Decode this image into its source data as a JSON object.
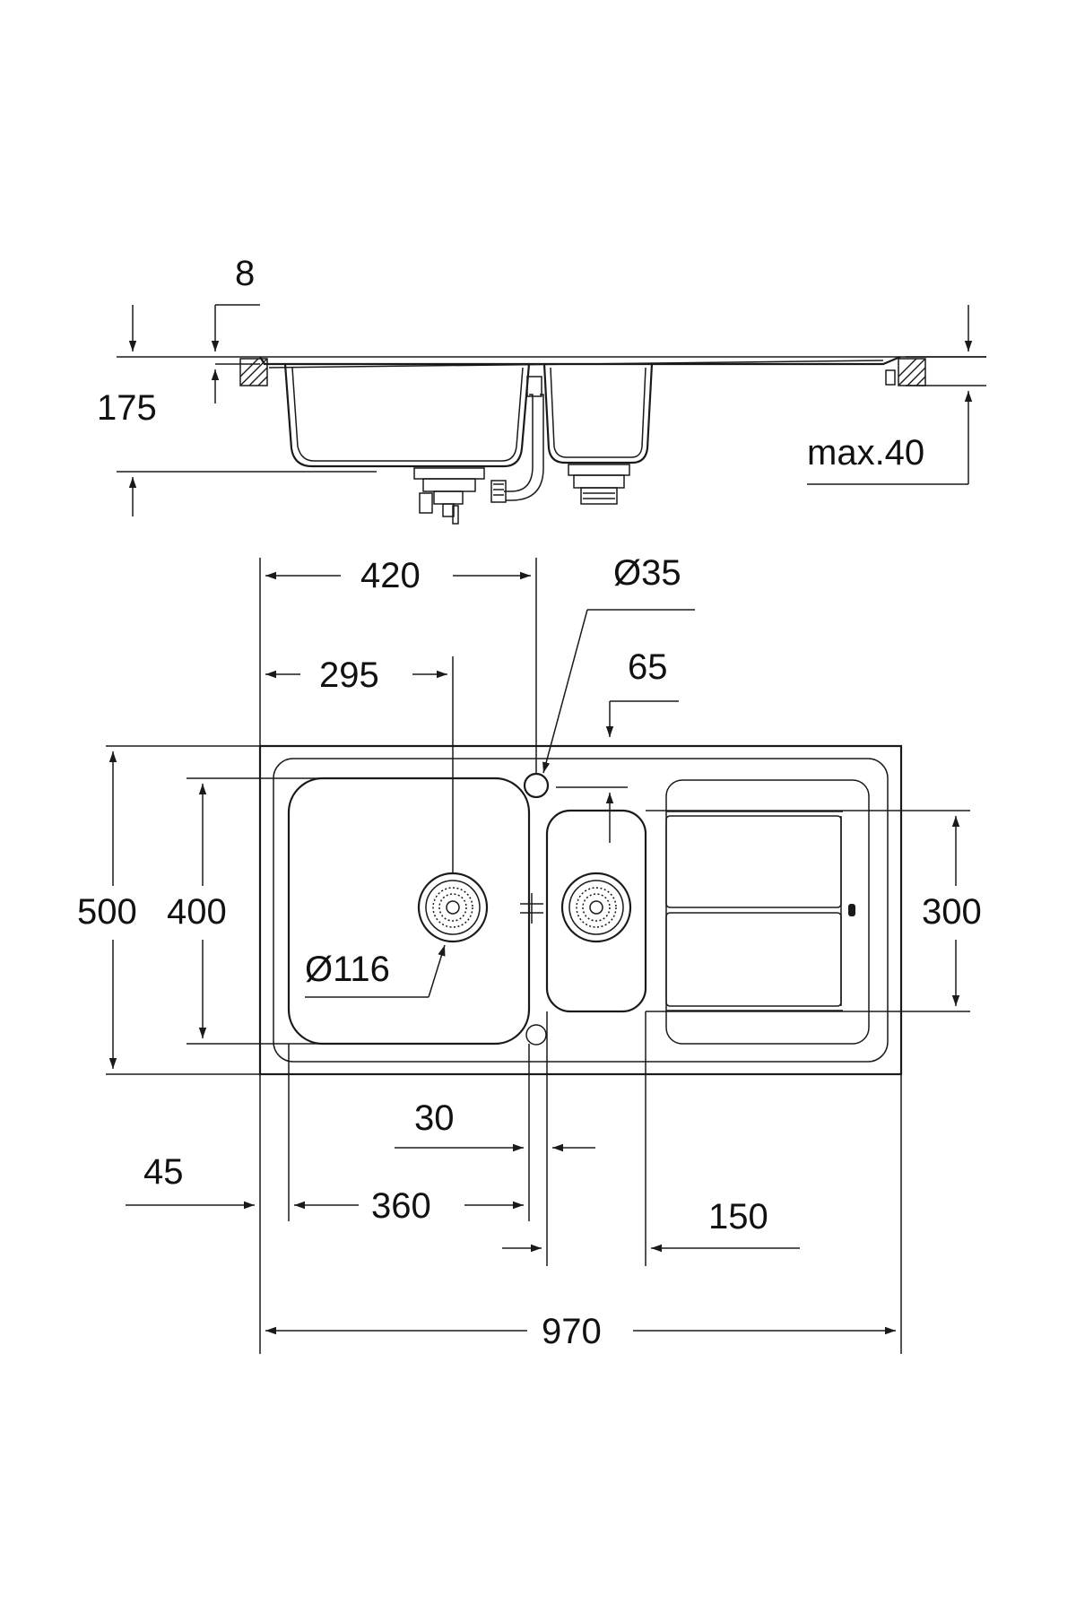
{
  "side_view": {
    "dim_8": "8",
    "dim_175": "175",
    "dim_max40": "max.40"
  },
  "plan_view": {
    "dim_420": "420",
    "dim_d35": "Ø35",
    "dim_295": "295",
    "dim_65": "65",
    "dim_500": "500",
    "dim_400": "400",
    "dim_300": "300",
    "dim_d116": "Ø116",
    "dim_30": "30",
    "dim_45": "45",
    "dim_360": "360",
    "dim_150": "150",
    "dim_970": "970"
  }
}
